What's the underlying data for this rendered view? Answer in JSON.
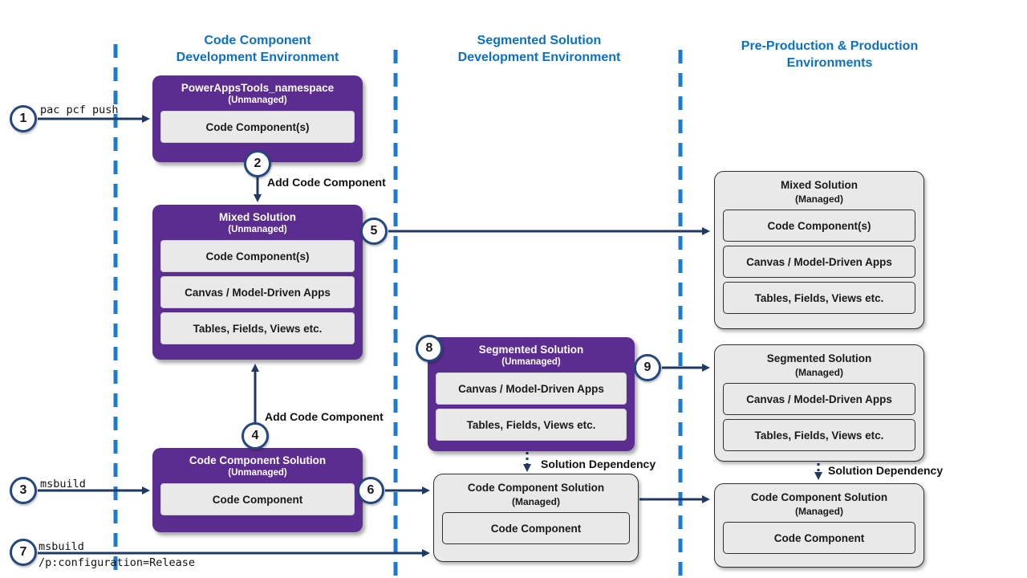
{
  "headers": [
    {
      "line1": "Code Component",
      "line2": "Development Environment"
    },
    {
      "line1": "Segmented Solution",
      "line2": "Development Environment"
    },
    {
      "line1": "Pre-Production & Production",
      "line2": "Environments"
    }
  ],
  "boxes": {
    "powerapps_tools": {
      "title": "PowerAppsTools_namespace",
      "subtitle": "(Unmanaged)",
      "items": [
        "Code Component(s)"
      ]
    },
    "mixed_unmanaged": {
      "title": "Mixed Solution",
      "subtitle": "(Unmanaged)",
      "items": [
        "Code Component(s)",
        "Canvas / Model-Driven Apps",
        "Tables, Fields, Views etc."
      ]
    },
    "code_component_unmanaged": {
      "title": "Code Component Solution",
      "subtitle": "(Unmanaged)",
      "items": [
        "Code Component"
      ]
    },
    "segmented_unmanaged": {
      "title": "Segmented Solution",
      "subtitle": "(Unmanaged)",
      "items": [
        "Canvas / Model-Driven Apps",
        "Tables, Fields, Views etc."
      ]
    },
    "code_component_managed_mid": {
      "title": "Code Component Solution",
      "subtitle": "(Managed)",
      "items": [
        "Code Component"
      ]
    },
    "mixed_managed": {
      "title": "Mixed Solution",
      "subtitle": "(Managed)",
      "items": [
        "Code Component(s)",
        "Canvas / Model-Driven Apps",
        "Tables, Fields, Views etc."
      ]
    },
    "segmented_managed": {
      "title": "Segmented Solution",
      "subtitle": "(Managed)",
      "items": [
        "Canvas / Model-Driven Apps",
        "Tables, Fields, Views etc."
      ]
    },
    "code_component_managed_right": {
      "title": "Code Component Solution",
      "subtitle": "(Managed)",
      "items": [
        "Code Component"
      ]
    }
  },
  "steps": [
    "1",
    "2",
    "3",
    "4",
    "5",
    "6",
    "7",
    "8",
    "9"
  ],
  "labels": {
    "pac_pcf_push": "pac pcf push",
    "add_code_component_top": "Add Code Component",
    "msbuild": "msbuild",
    "add_code_component_bottom": "Add Code Component",
    "msbuild_line1": "msbuild",
    "msbuild_line2": "/p:configuration=Release",
    "solution_dependency_mid": "Solution Dependency",
    "solution_dependency_right": "Solution Dependency"
  },
  "colors": {
    "unmanaged_purple": "#5C2D91",
    "managed_gray": "#E9E9E9",
    "arrow_navy": "#1F3864",
    "header_blue": "#0C70C4",
    "dashed_guide_blue": "#1E79D2"
  }
}
